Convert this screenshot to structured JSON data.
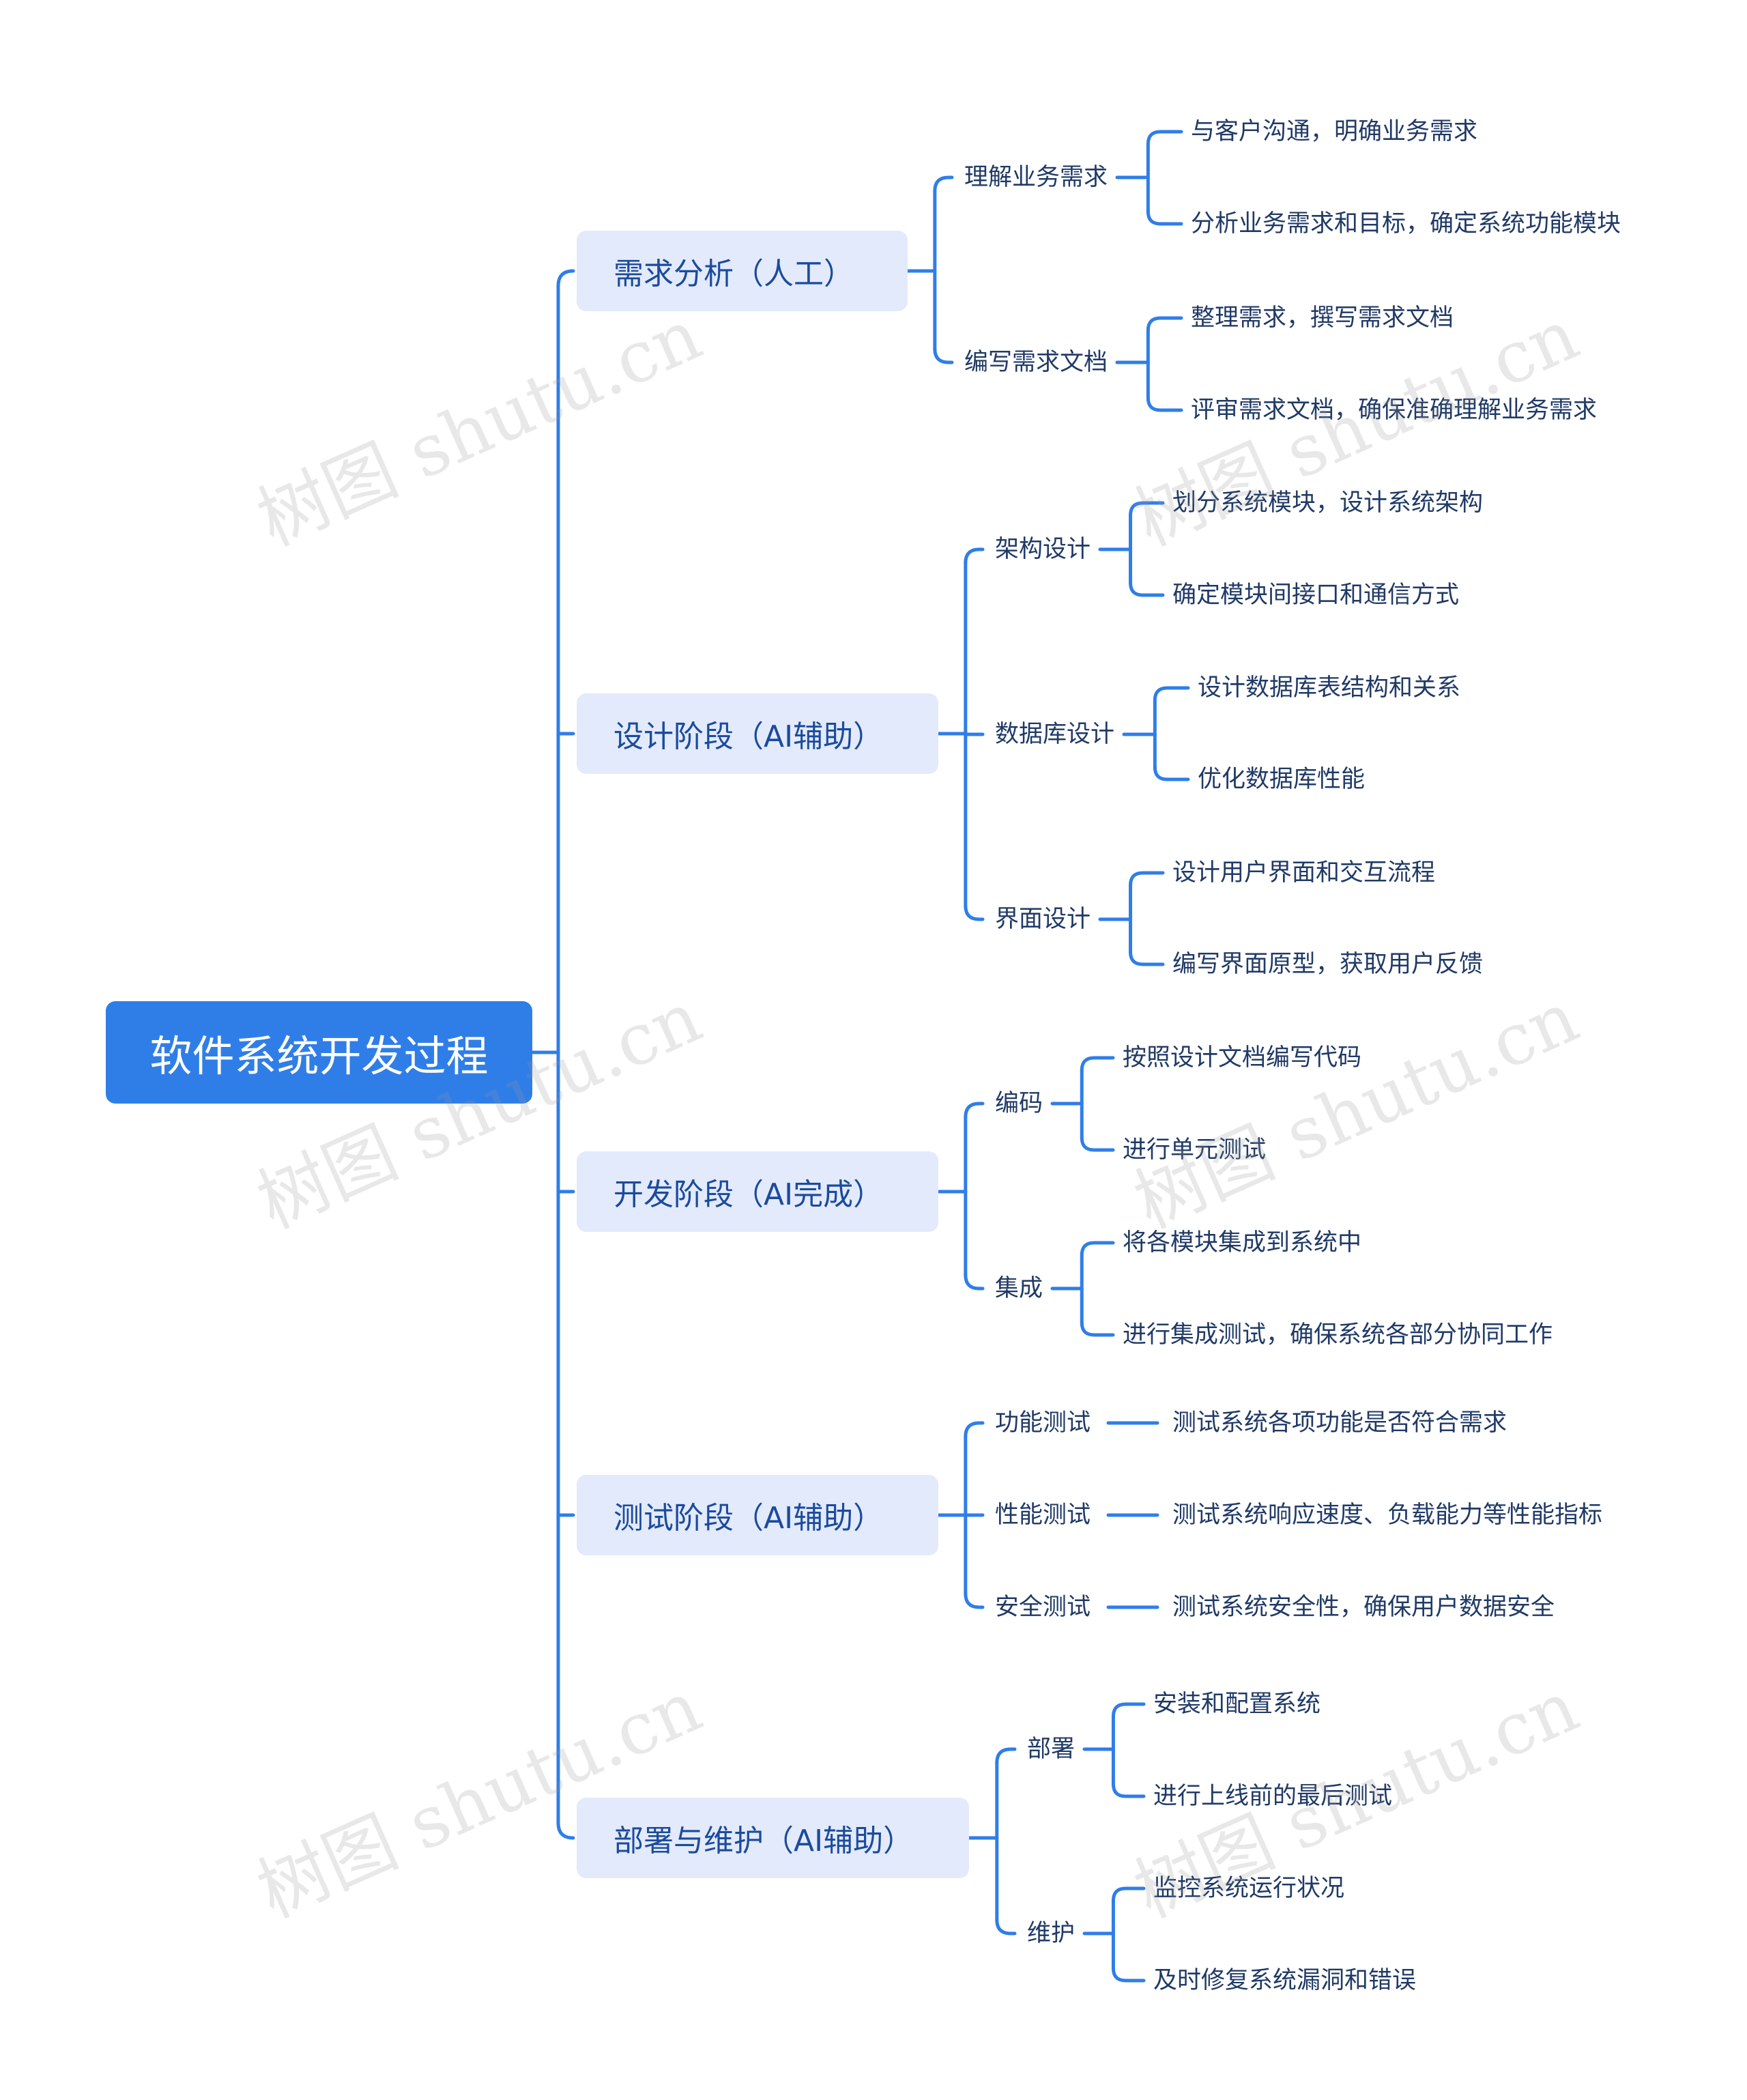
{
  "colors": {
    "line": "#2f7ee8",
    "root_bg": "#2f7ee8",
    "branch_bg": "#e3eafc",
    "branch_text": "#1b4b9c",
    "text": "#203a66"
  },
  "root": {
    "label": "软件系统开发过程"
  },
  "branches": [
    {
      "label": "需求分析（人工）",
      "children": [
        {
          "label": "理解业务需求",
          "children": [
            "与客户沟通，明确业务需求",
            "分析业务需求和目标，确定系统功能模块"
          ]
        },
        {
          "label": "编写需求文档",
          "children": [
            "整理需求，撰写需求文档",
            "评审需求文档，确保准确理解业务需求"
          ]
        }
      ]
    },
    {
      "label": "设计阶段（AI辅助）",
      "children": [
        {
          "label": "架构设计",
          "children": [
            "划分系统模块，设计系统架构",
            "确定模块间接口和通信方式"
          ]
        },
        {
          "label": "数据库设计",
          "children": [
            "设计数据库表结构和关系",
            "优化数据库性能"
          ]
        },
        {
          "label": "界面设计",
          "children": [
            "设计用户界面和交互流程",
            "编写界面原型，获取用户反馈"
          ]
        }
      ]
    },
    {
      "label": "开发阶段（AI完成）",
      "children": [
        {
          "label": "编码",
          "children": [
            "按照设计文档编写代码",
            "进行单元测试"
          ]
        },
        {
          "label": "集成",
          "children": [
            "将各模块集成到系统中",
            "进行集成测试，确保系统各部分协同工作"
          ]
        }
      ]
    },
    {
      "label": "测试阶段（AI辅助）",
      "children": [
        {
          "label": "功能测试",
          "children": [
            "测试系统各项功能是否符合需求"
          ]
        },
        {
          "label": "性能测试",
          "children": [
            "测试系统响应速度、负载能力等性能指标"
          ]
        },
        {
          "label": "安全测试",
          "children": [
            "测试系统安全性，确保用户数据安全"
          ]
        }
      ]
    },
    {
      "label": "部署与维护（AI辅助）",
      "children": [
        {
          "label": "部署",
          "children": [
            "安装和配置系统",
            "进行上线前的最后测试"
          ]
        },
        {
          "label": "维护",
          "children": [
            "监控系统运行状况",
            "及时修复系统漏洞和错误"
          ]
        }
      ]
    }
  ],
  "watermark": "树图 shutu.cn"
}
